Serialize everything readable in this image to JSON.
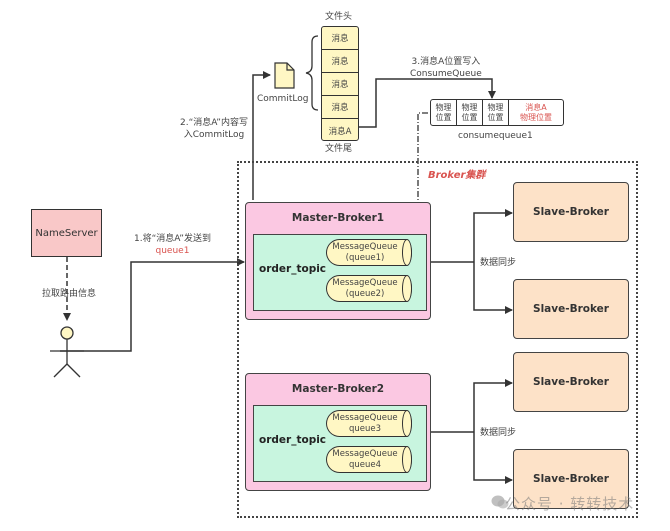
{
  "nameserver": {
    "label": "NameServer"
  },
  "labels": {
    "pull_route": "拉取路由信息",
    "step1_line1": "1.将“消息A”发送到",
    "step1_line2": "queue1",
    "step2_line1": "2.“消息A”内容写",
    "step2_line2": "入CommitLog",
    "step3_line1": "3.消息A位置写入",
    "step3_line2": "ConsumeQueue",
    "commitlog": "CommitLog",
    "file_head": "文件头",
    "file_tail": "文件尾",
    "consumequeue": "consumequeue1",
    "cluster": "Broker集群",
    "sync1": "数据同步",
    "sync2": "数据同步"
  },
  "commitlog_cells": [
    "消息",
    "消息",
    "消息",
    "消息",
    "消息A"
  ],
  "consumequeue_cells": [
    {
      "line1": "物理",
      "line2": "位置"
    },
    {
      "line1": "物理",
      "line2": "位置"
    },
    {
      "line1": "物理",
      "line2": "位置"
    },
    {
      "line1": "消息A",
      "line2": "物理位置"
    }
  ],
  "brokers": [
    {
      "name": "Master-Broker1",
      "topic": "order_topic",
      "queues": [
        {
          "line1": "MessageQueue",
          "line2": "(queue1)"
        },
        {
          "line1": "MessageQueue",
          "line2": "(queue2)"
        }
      ]
    },
    {
      "name": "Master-Broker2",
      "topic": "order_topic",
      "queues": [
        {
          "line1": "MessageQueue",
          "line2": "queue3"
        },
        {
          "line1": "MessageQueue",
          "line2": "queue4"
        }
      ]
    }
  ],
  "slaves": [
    "Slave-Broker",
    "Slave-Broker",
    "Slave-Broker",
    "Slave-Broker"
  ],
  "watermark": "公众号 · 转转技术",
  "colors": {
    "accent_red": "#d9534f",
    "nameserver": "#f9c8c8",
    "master": "#fbc8e2",
    "topic": "#c8f5df",
    "queue": "#fff7c4",
    "slave": "#fde2c8"
  }
}
